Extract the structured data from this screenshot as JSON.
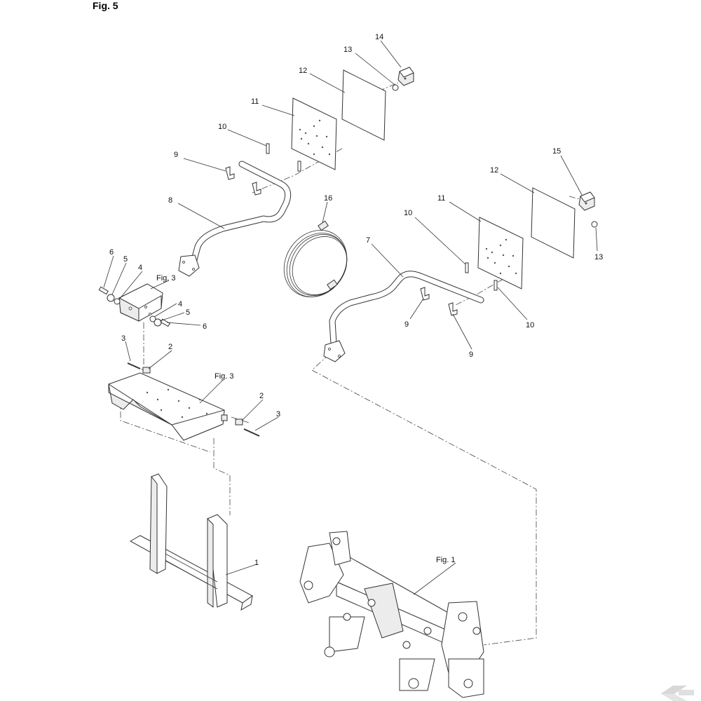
{
  "title": "Fig. 5",
  "fig_refs": {
    "bracket_small": "Fig. 3",
    "tray": "Fig. 3",
    "loader_frame": "Fig. 1"
  },
  "callouts": {
    "c14": "14",
    "c13a": "13",
    "c12a": "12",
    "c11a": "11",
    "c10a": "10",
    "c9a": "9",
    "c8": "8",
    "c16": "16",
    "c15": "15",
    "c12b": "12",
    "c11b": "11",
    "c10b": "10",
    "c13b": "13",
    "c7": "7",
    "c10c": "10",
    "c9b": "9",
    "c9c": "9",
    "c6a": "6",
    "c5a": "5",
    "c4a": "4",
    "c4b": "4",
    "c5b": "5",
    "c6b": "6",
    "c3a": "3",
    "c2a": "2",
    "c2b": "2",
    "c3b": "3",
    "c1": "1"
  }
}
